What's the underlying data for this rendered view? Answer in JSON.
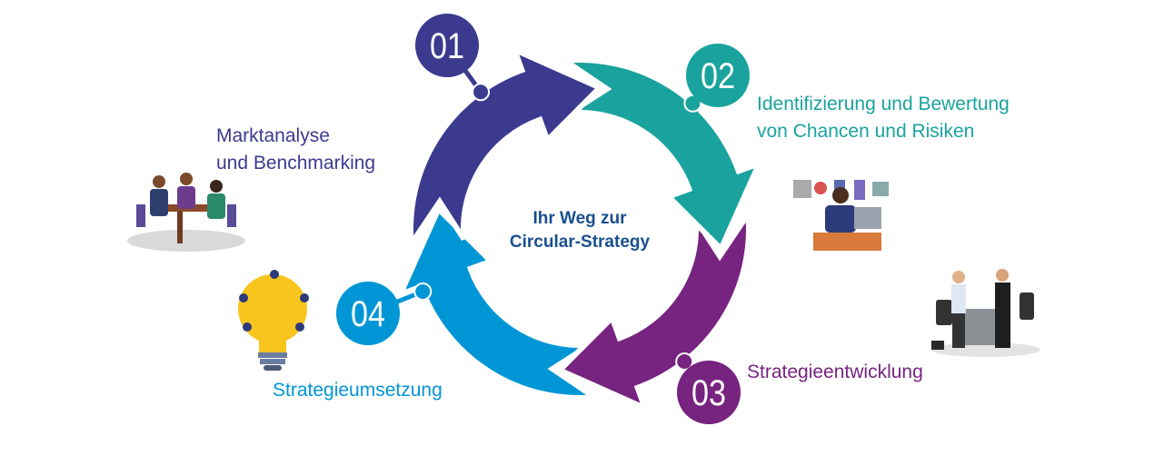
{
  "title": {
    "line1": "Ihr Weg zur",
    "line2": "Circular-Strategy"
  },
  "colors": {
    "step1": "#3b3a8f",
    "step2": "#1aa39e",
    "step3": "#772380",
    "step4": "#0096d6",
    "center_text": "#1a4f8f"
  },
  "steps": [
    {
      "number": "01",
      "label_lines": [
        "Marktanalyse",
        "und Benchmarking"
      ]
    },
    {
      "number": "02",
      "label_lines": [
        "Identifizierung und Bewertung",
        "von Chancen und Risiken"
      ]
    },
    {
      "number": "03",
      "label_lines": [
        "Strategieentwicklung"
      ]
    },
    {
      "number": "04",
      "label_lines": [
        "Strategieumsetzung"
      ]
    }
  ]
}
